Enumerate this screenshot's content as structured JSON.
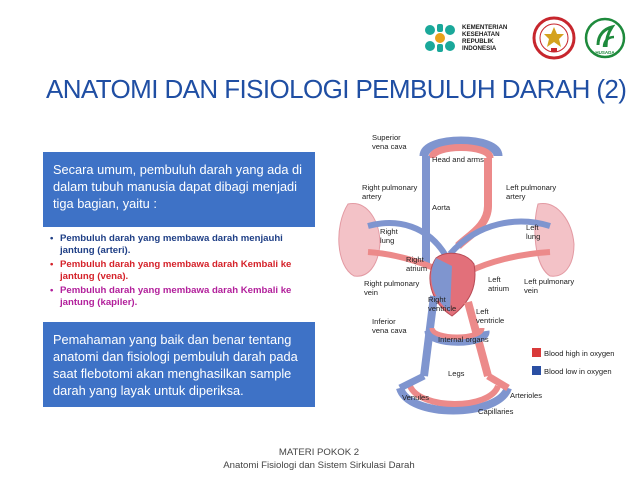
{
  "header": {
    "kemenkes_text": [
      "KEMENTERIAN",
      "KESEHATAN",
      "REPUBLIK",
      "INDONESIA"
    ],
    "bakti_text": "HUSADA"
  },
  "title": "ANATOMI DAN FISIOLOGI PEMBULUH DARAH (2)",
  "intro": "Secara umum, pembuluh darah yang ada di dalam tubuh manusia dapat dibagi menjadi tiga bagian, yaitu :",
  "bullets": [
    "Pembuluh darah yang membawa darah menjauhi jantung (arteri).",
    "Pembuluh darah yang membawa darah Kembali ke jantung (vena).",
    "Pembuluh darah yang membawa darah Kembali ke jantung (kapiler)."
  ],
  "summary": "Pemahaman yang baik dan benar tentang anatomi dan fisiologi pembuluh darah pada saat flebotomi akan menghasilkan sample darah yang layak untuk diperiksa.",
  "diagram": {
    "labels": {
      "superior_vena_cava": [
        "Superior",
        "vena cava"
      ],
      "head_arms": "Head and arms",
      "right_pulmonary_artery": [
        "Right pulmonary",
        "artery"
      ],
      "left_pulmonary_artery": [
        "Left pulmonary",
        "artery"
      ],
      "aorta": "Aorta",
      "right_lung": [
        "Right",
        "lung"
      ],
      "left_lung": [
        "Left",
        "lung"
      ],
      "right_atrium": [
        "Right",
        "atrium"
      ],
      "right_pulmonary_vein": [
        "Right pulmonary",
        "vein"
      ],
      "left_atrium": [
        "Left",
        "atrium"
      ],
      "left_pulmonary_vein": [
        "Left pulmonary",
        "vein"
      ],
      "right_ventricle": [
        "Right",
        "ventricle"
      ],
      "left_ventricle": [
        "Left",
        "ventricle"
      ],
      "inferior_vena_cava": [
        "Inferior",
        "vena cava"
      ],
      "internal_organs": "Internal organs",
      "legs": "Legs",
      "venules": "Venules",
      "arterioles": "Arterioles",
      "capillaries": "Capillaries"
    },
    "legend": [
      {
        "label": "Blood high in oxygen",
        "color": "#d93a3a"
      },
      {
        "label": "Blood low in oxygen",
        "color": "#2a4fa3"
      }
    ],
    "colors": {
      "oxygenated": "#ec8a8a",
      "deoxygenated": "#7f95cf"
    }
  },
  "footer": {
    "line1": "MATERI POKOK 2",
    "line2": "Anatomi Fisiologi dan Sistem Sirkulasi Darah"
  }
}
